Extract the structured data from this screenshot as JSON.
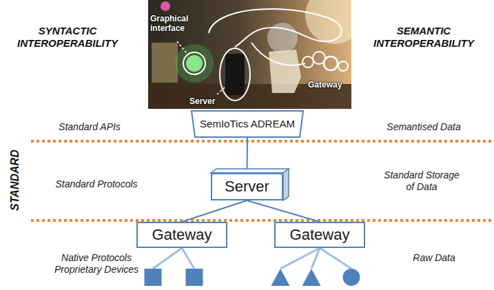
{
  "diagram": {
    "nodes": [
      {
        "text": [
          "SemIoTics ADREAM"
        ]
      },
      {
        "text": [
          "Server"
        ]
      },
      {
        "text": [
          "Gateway"
        ]
      },
      {
        "text": [
          "Gateway"
        ]
      }
    ],
    "edges": [
      {
        "from": 0,
        "to": 1,
        "arrow": "none"
      },
      {
        "from": 1,
        "to": 2,
        "arrow": "none"
      },
      {
        "from": 1,
        "to": 3,
        "arrow": "none"
      }
    ],
    "labels": [
      "SYNTACTIC INTEROPERABILITY",
      "SEMANTIC INTEROPERABILITY",
      "Graphical interface",
      "Server",
      "Gateway",
      "Standard APIs",
      "Semantised Data",
      "STANDARD",
      "Standard Protocols",
      "Standard Storage of Data",
      "Native Protocols Proprietary Devices",
      "Raw Data"
    ]
  }
}
